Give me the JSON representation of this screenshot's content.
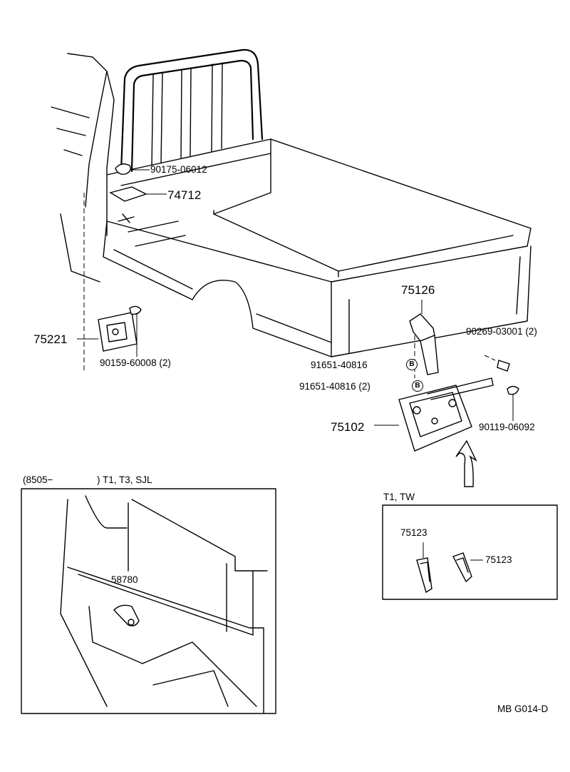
{
  "callouts": {
    "p90175": "90175-06012",
    "p74712": "74712",
    "p75221": "75221",
    "p90159": "90159-60008 (2)",
    "p75126": "75126",
    "p90269": "90269-03001 (2)",
    "p91651a": "91651-40816",
    "p91651b": "91651-40816 (2)",
    "p75102": "75102",
    "p90119": "90119-06092"
  },
  "badges": {
    "b1": "B",
    "b2": "B"
  },
  "inset_left": {
    "range_label": "(8505−",
    "variant_label": ") T1, T3, SJL",
    "part": "58780"
  },
  "inset_right": {
    "variant_label": "T1, TW",
    "part_a": "75123",
    "part_b": "75123"
  },
  "drawing_code": "MB G014-D"
}
